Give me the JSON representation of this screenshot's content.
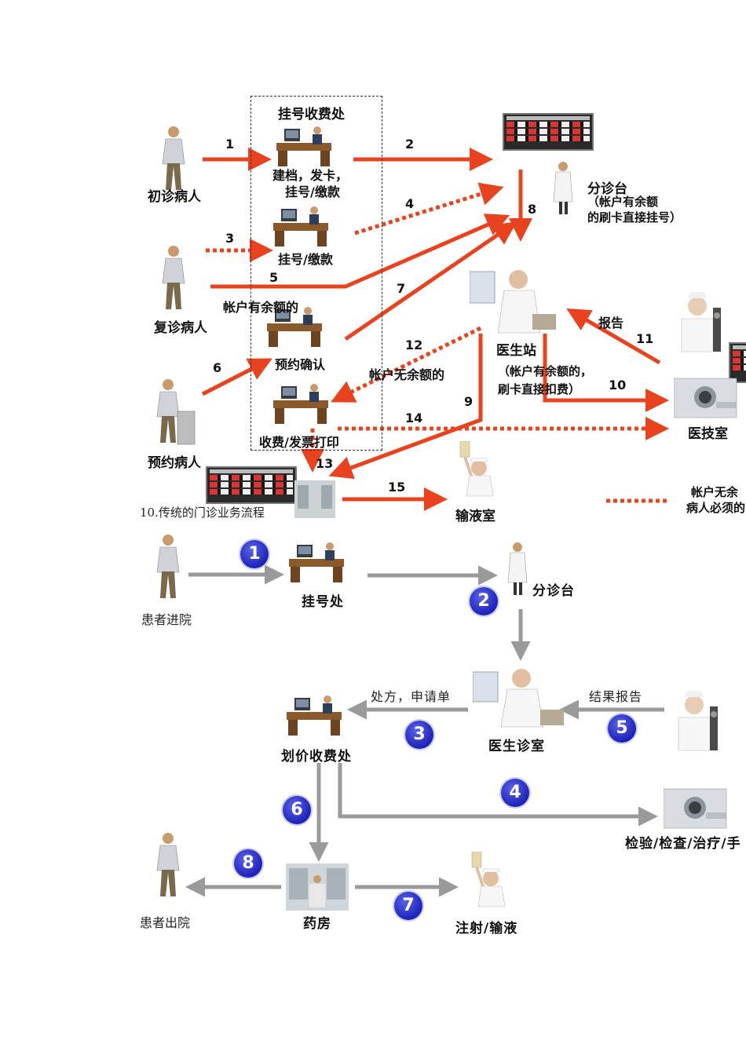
{
  "top_diagram": {
    "registration_box_title": "挂号收费处",
    "first_visit_patient": "初诊病人",
    "return_patient": "复诊病人",
    "appointment_patient": "预约病人",
    "register_desk_1_text_line1": "建档，发卡，",
    "register_desk_1_text_line2": "挂号/缴款",
    "register_desk_2_text": "挂号/缴款",
    "balance_label": "帐户有余额的",
    "appointment_confirm": "预约确认",
    "charge_print": "收费/发票打印",
    "triage_desk": "分诊台",
    "triage_note_line1": "（帐户有余额",
    "triage_note_line2": "的刷卡直接挂号）",
    "doctor_station": "医生站",
    "doctor_note_line1": "（帐户有余额的，",
    "doctor_note_line2": "刷卡直接扣费）",
    "no_balance_label": "帐户无余额的",
    "report_label": "报告",
    "medtech_room": "医技室",
    "infusion_room": "输液室",
    "legend_line1": "帐户无余",
    "legend_line2": "病人必须的",
    "arrow_numbers": [
      "1",
      "2",
      "3",
      "4",
      "5",
      "6",
      "7",
      "8",
      "9",
      "10",
      "11",
      "12",
      "13",
      "14",
      "15"
    ]
  },
  "caption": "10.传统的门诊业务流程",
  "bottom_diagram": {
    "patient_in": "患者进院",
    "registration": "挂号处",
    "triage": "分诊台",
    "prescription": "处方，申请单",
    "doctor_room": "医生诊室",
    "result_report": "结果报告",
    "pricing_desk": "划价收费处",
    "exam": "检验/检查/治疗/手",
    "pharmacy": "药房",
    "injection": "注射/输液",
    "patient_out": "患者出院",
    "step_numbers": [
      "1",
      "2",
      "3",
      "4",
      "5",
      "6",
      "7",
      "8"
    ]
  },
  "colors": {
    "flow_red": "#e8431e",
    "flow_gray": "#9a9a9a",
    "step_blue": "#1c22b8"
  }
}
